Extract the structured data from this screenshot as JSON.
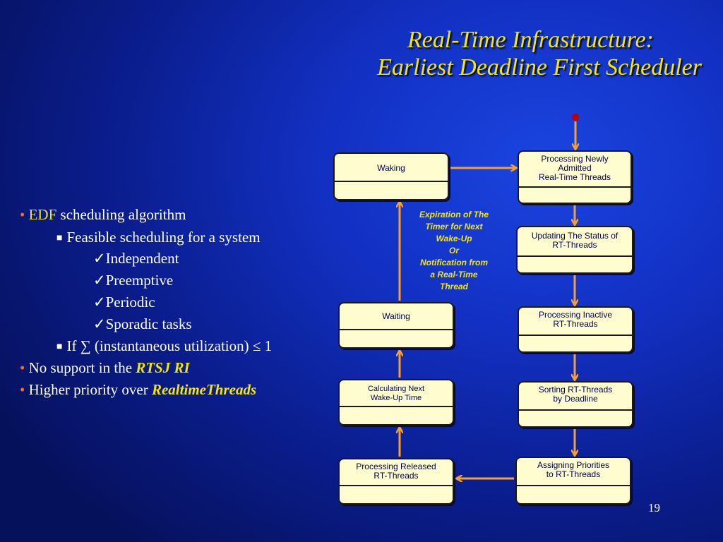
{
  "title": {
    "line1": "Real-Time Infrastructure:",
    "line2": "Earliest Deadline First Scheduler"
  },
  "bullets": {
    "b1_prefix": "EDF",
    "b1_rest": " scheduling algorithm",
    "b1_sub": "Feasible scheduling for a system",
    "checks": [
      "Independent",
      "Preemptive",
      "Periodic",
      "Sporadic tasks"
    ],
    "b1_sub2": "If ∑ (instantaneous utilization) ≤ 1",
    "b2_text": "No support in the ",
    "b2_hl": "RTSJ RI",
    "b3_text": "Higher priority over ",
    "b3_hl": "RealtimeThreads"
  },
  "states": {
    "waking": "Waking",
    "processing_new": "Processing Newly\nAdmitted\nReal-Time Threads",
    "updating": "Updating The Status of\nRT-Threads",
    "processing_inactive": "Processing Inactive\nRT-Threads",
    "sorting": "Sorting RT-Threads\nby Deadline",
    "assigning": "Assigning Priorities\nto RT-Threads",
    "processing_released": "Processing Released\nRT-Threads",
    "calculating": "Calculating Next\nWake-Up Time",
    "waiting": "Waiting"
  },
  "transition_note": "Expiration of The\nTimer for Next\nWake-Up\nOr\nNotification from\na Real-Time\nThread",
  "page_number": "19",
  "colors": {
    "title": "#f2e60a",
    "bullet_dot": "#ff6a1a",
    "arrow": "#f5a030",
    "state_fill": "#fffdd0",
    "initial_dot": "#c00000"
  }
}
